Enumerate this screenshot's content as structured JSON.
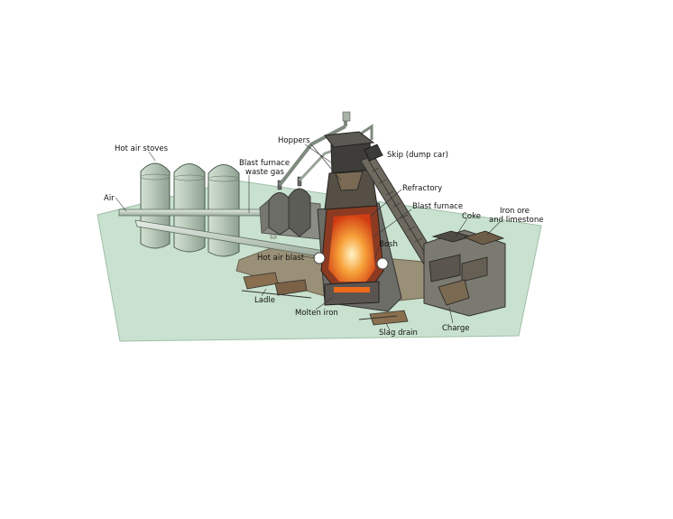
{
  "labels": {
    "hot_air_stoves": "Hot air stoves",
    "air": "Air",
    "blast_furnace_waste_gas_line1": "Blast furnace",
    "blast_furnace_waste_gas_line2": "waste gas",
    "hoppers": "Hoppers",
    "skip": "Skip (dump car)",
    "refractory": "Refractory",
    "blast_furnace": "Blast furnace",
    "coke": "Coke",
    "iron_ore_line1": "Iron ore",
    "iron_ore_line2": "and limestone",
    "bosh": "Bosh",
    "hot_air_blast": "Hot air blast",
    "ladle": "Ladle",
    "molten_iron": "Molten iron",
    "slag_drain": "Slag drain",
    "charge": "Charge"
  },
  "colors": {
    "ground": "#c9e2cf",
    "stove": "#b5c7b7",
    "stone": "#8a8a80",
    "dark": "#4d4438",
    "molten": "#ef6a1a"
  }
}
